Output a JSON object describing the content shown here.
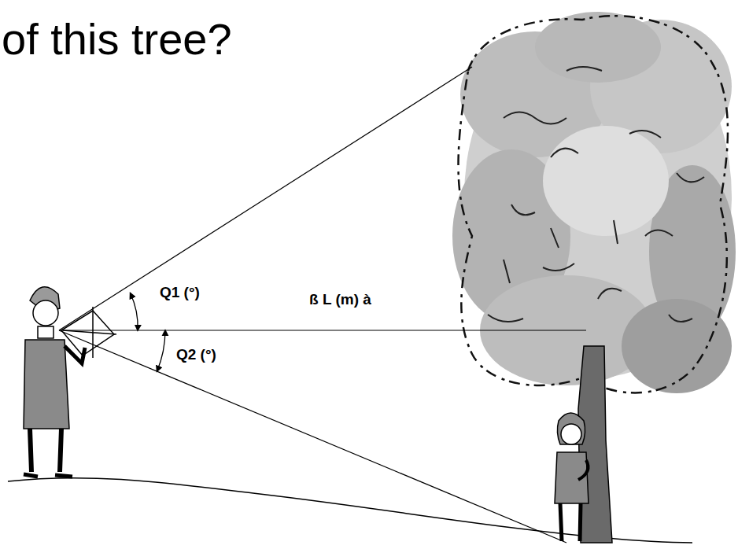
{
  "diagram": {
    "title": "of this tree?",
    "labels": [
      "Q1 (°)",
      "ß L (m) à",
      "Q2 (°)"
    ]
  }
}
